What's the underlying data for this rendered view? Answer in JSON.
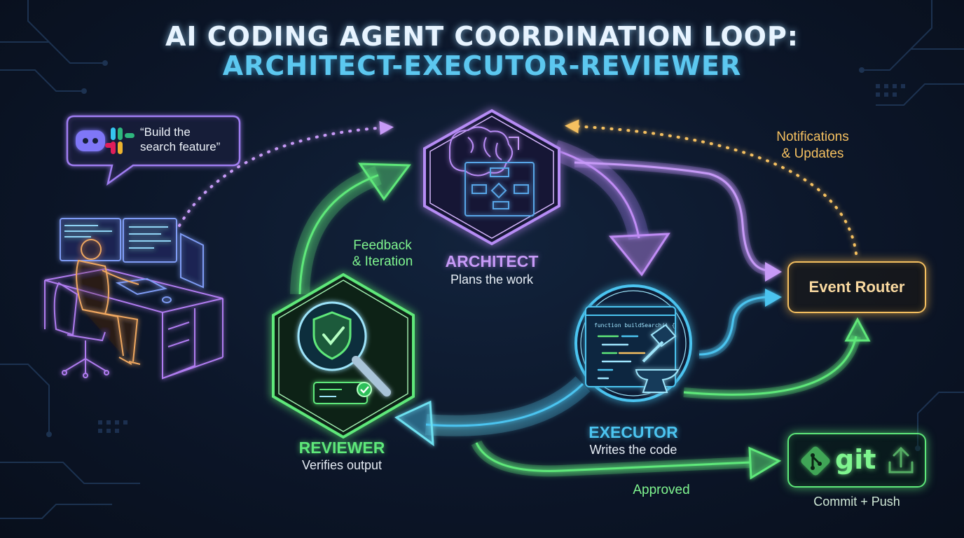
{
  "title": {
    "line1": "AI CODING AGENT COORDINATION LOOP:",
    "line2": "ARCHITECT-EXECUTOR-REVIEWER"
  },
  "chat_bubble": {
    "line1": "“Build the",
    "line2": "search feature”",
    "icons": [
      "discord-icon",
      "slack-icon"
    ]
  },
  "nodes": {
    "architect": {
      "label": "ARCHITECT",
      "description": "Plans the work",
      "color": "#b68cf5"
    },
    "executor": {
      "label": "EXECUTOR",
      "description": "Writes the code",
      "color": "#4cc4f0"
    },
    "reviewer": {
      "label": "REVIEWER",
      "description": "Verifies output",
      "color": "#5ee87a"
    },
    "event_router": {
      "label": "Event Router",
      "color": "#f5c060"
    },
    "git": {
      "label": "git",
      "caption": "Commit + Push",
      "color": "#5ee87a"
    }
  },
  "flows": {
    "notifications_line1": "Notifications",
    "notifications_line2": "& Updates",
    "feedback_line1": "Feedback",
    "feedback_line2": "& Iteration",
    "approved": "Approved"
  },
  "executor_code": {
    "first_line": "function buildSearch() {"
  },
  "colors": {
    "background": "#0b1424",
    "purple": "#b68cf5",
    "cyan": "#4cc4f0",
    "green": "#5ee87a",
    "amber": "#f5c060"
  }
}
